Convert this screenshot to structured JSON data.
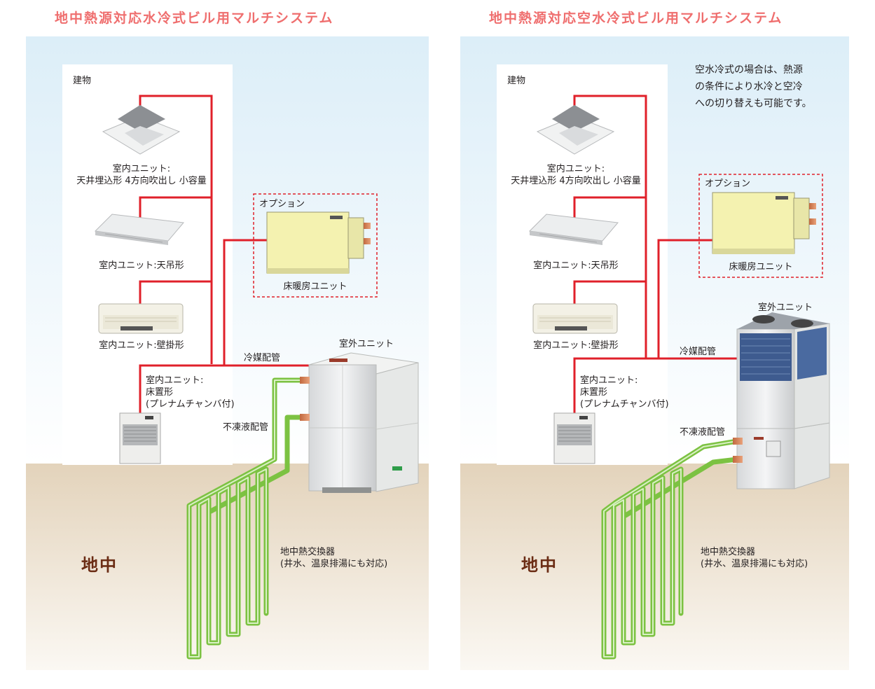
{
  "panels": [
    {
      "title": "地中熱源対応水冷式ビル用マルチシステム",
      "building": "建物",
      "indoor_cassette": "室内ユニット:\n天井埋込形 4方向吹出し 小容量",
      "indoor_ceiling": "室内ユニット:天吊形",
      "indoor_wall": "室内ユニット:壁掛形",
      "indoor_floor": "室内ユニット:\n床置形\n(プレナムチャンバ付)",
      "option": "オプション",
      "floor_heating_unit": "床暖房ユニット",
      "refrigerant_pipe": "冷媒配管",
      "outdoor_unit": "室外ユニット",
      "antifreeze_pipe": "不凍液配管",
      "ground_label": "地中",
      "ground_heat_exchanger": "地中熱交換器\n(井水、温泉排湯にも対応)"
    },
    {
      "title": "地中熱源対応空水冷式ビル用マルチシステム",
      "building": "建物",
      "indoor_cassette": "室内ユニット:\n天井埋込形 4方向吹出し 小容量",
      "indoor_ceiling": "室内ユニット:天吊形",
      "indoor_wall": "室内ユニット:壁掛形",
      "indoor_floor": "室内ユニット:\n床置形\n(プレナムチャンバ付)",
      "option": "オプション",
      "floor_heating_unit": "床暖房ユニット",
      "refrigerant_pipe": "冷媒配管",
      "outdoor_unit": "室外ユニット",
      "antifreeze_pipe": "不凍液配管",
      "ground_label": "地中",
      "ground_heat_exchanger": "地中熱交換器\n(井水、温泉排湯にも対応)",
      "note": "空水冷式の場合は、熱源\nの条件により水冷と空冷\nへの切り替えも可能です。"
    }
  ],
  "colors": {
    "title": "#ef6e6e",
    "refrigerant_pipe": "#e0202a",
    "antifreeze_pipe": "#7cc242",
    "ground_text": "#6b2c14",
    "sky_top": "#dceef8",
    "ground_fill": "#e6d9c3"
  },
  "icons": {
    "cassette": "ceiling-cassette-unit",
    "ceiling": "ceiling-suspended-unit",
    "wall": "wall-mounted-unit",
    "floor": "floor-standing-unit",
    "floor_heating": "floor-heating-unit",
    "outdoor_water": "water-cooled-outdoor-unit",
    "outdoor_air_water": "air-water-cooled-outdoor-unit"
  }
}
